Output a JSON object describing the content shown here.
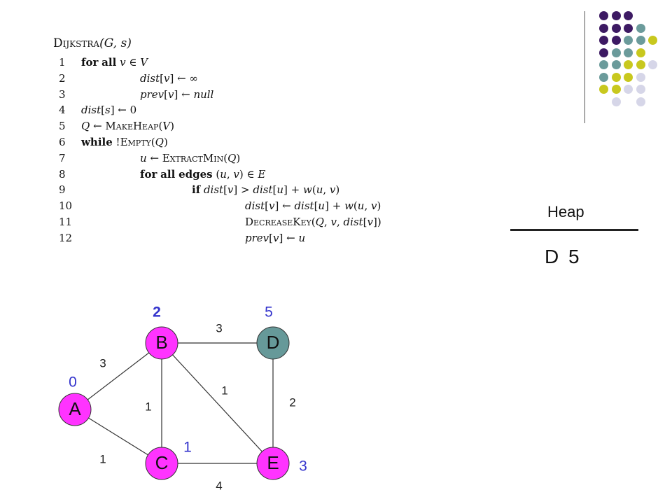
{
  "algorithm": {
    "title_name": "Dijkstra",
    "title_args": "(G, s)",
    "lines": [
      {
        "num": "1",
        "indent": 0,
        "html": "<b>for</b> <b>all</b> <i>v</i> ∈ <i>V</i>"
      },
      {
        "num": "2",
        "indent": 1,
        "html": "<i>dist</i>[<i>v</i>] ← ∞"
      },
      {
        "num": "3",
        "indent": 1,
        "html": "<i>prev</i>[<i>v</i>] ← <i>null</i>"
      },
      {
        "num": "4",
        "indent": 0,
        "html": "<i>dist</i>[<i>s</i>] ← 0"
      },
      {
        "num": "5",
        "indent": 0,
        "html": "<i>Q</i> ← <span class=\"sc\">MakeHeap</span>(<i>V</i>)"
      },
      {
        "num": "6",
        "indent": 0,
        "html": "<b>while</b> !<span class=\"sc\">Empty</span>(<i>Q</i>)"
      },
      {
        "num": "7",
        "indent": 1,
        "html": "<i>u</i> ← <span class=\"sc\">ExtractMin</span>(<i>Q</i>)"
      },
      {
        "num": "8",
        "indent": 1,
        "html": "<b>for</b> <b>all</b> <b>edges</b> (<i>u</i>, <i>v</i>) ∈ <i>E</i>"
      },
      {
        "num": "9",
        "indent": 2,
        "html": "<b>if</b> <i>dist</i>[<i>v</i>] &gt; <i>dist</i>[<i>u</i>] + <i>w</i>(<i>u</i>, <i>v</i>)"
      },
      {
        "num": "10",
        "indent": 3,
        "html": "<i>dist</i>[<i>v</i>] ← <i>dist</i>[<i>u</i>] + <i>w</i>(<i>u</i>, <i>v</i>)"
      },
      {
        "num": "11",
        "indent": 3,
        "html": "<span class=\"sc\">DecreaseKey</span>(<i>Q</i>, <i>v</i>, <i>dist</i>[<i>v</i>])"
      },
      {
        "num": "12",
        "indent": 3,
        "html": "<i>prev</i>[<i>v</i>] ← <i>u</i>"
      }
    ]
  },
  "heap": {
    "title": "Heap",
    "items": [
      {
        "node": "D",
        "key": "5"
      }
    ]
  },
  "graph": {
    "node_color_unvisited": "#ff33ff",
    "node_color_current": "#669999",
    "distance_color": "#3333cc",
    "nodes": [
      {
        "id": "A",
        "label": "A",
        "dist": "0",
        "state": "unvisited"
      },
      {
        "id": "B",
        "label": "B",
        "dist": "2",
        "state": "unvisited"
      },
      {
        "id": "C",
        "label": "C",
        "dist": "1",
        "state": "unvisited"
      },
      {
        "id": "D",
        "label": "D",
        "dist": "5",
        "state": "current"
      },
      {
        "id": "E",
        "label": "E",
        "dist": "3",
        "state": "unvisited"
      }
    ],
    "edges": [
      {
        "from": "A",
        "to": "B",
        "weight": "3"
      },
      {
        "from": "A",
        "to": "C",
        "weight": "1"
      },
      {
        "from": "B",
        "to": "C",
        "weight": "1"
      },
      {
        "from": "B",
        "to": "D",
        "weight": "3"
      },
      {
        "from": "B",
        "to": "E",
        "weight": "1"
      },
      {
        "from": "C",
        "to": "E",
        "weight": "4"
      },
      {
        "from": "D",
        "to": "E",
        "weight": "2"
      }
    ]
  },
  "decor": {
    "colors": [
      "#3d1a63",
      "#6b9b9b",
      "#c8c81e",
      "#d6d6e8"
    ]
  }
}
